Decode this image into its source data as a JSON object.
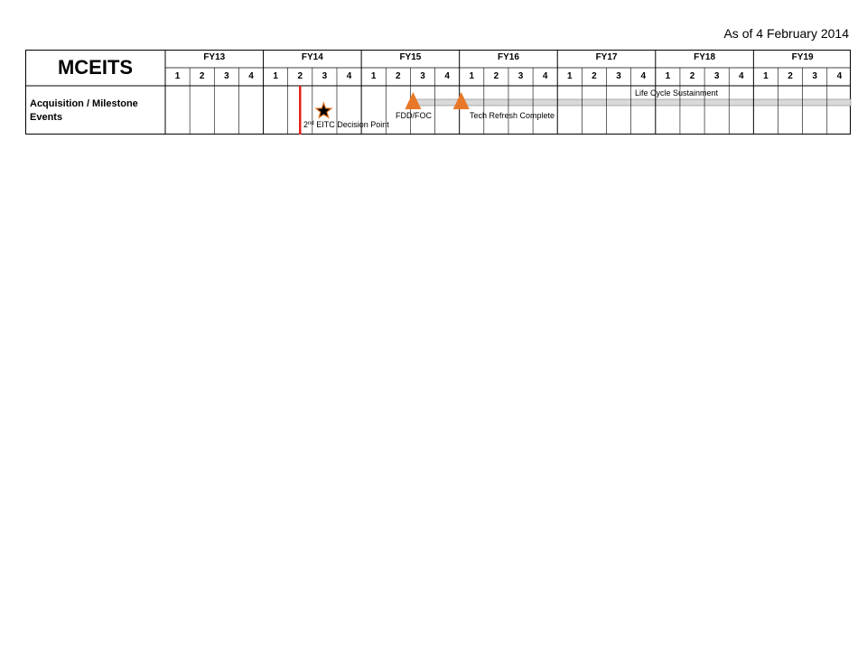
{
  "header": {
    "as_of": "As of 4 February 2014"
  },
  "program": {
    "title": "MCEITS"
  },
  "row": {
    "label": "Acquisition / Milestone Events"
  },
  "fiscal_years": [
    "FY13",
    "FY14",
    "FY15",
    "FY16",
    "FY17",
    "FY18",
    "FY19"
  ],
  "quarters": [
    "1",
    "2",
    "3",
    "4"
  ],
  "events": {
    "decision_point": {
      "ordinal": "2",
      "suffix": "nd",
      "label": " EITC Decision Point"
    },
    "fdd_foc": {
      "label": "FDD/FOC"
    },
    "tech_refresh": {
      "label": "Tech Refresh Complete"
    },
    "sustainment": {
      "label": "Life Cycle Sustainment"
    }
  },
  "colors": {
    "today_line": "#e32119",
    "milestone": "#e77828",
    "star_outline": "#e77828",
    "sustainment_bar": "#d9d9d9",
    "grid": "#000000"
  }
}
